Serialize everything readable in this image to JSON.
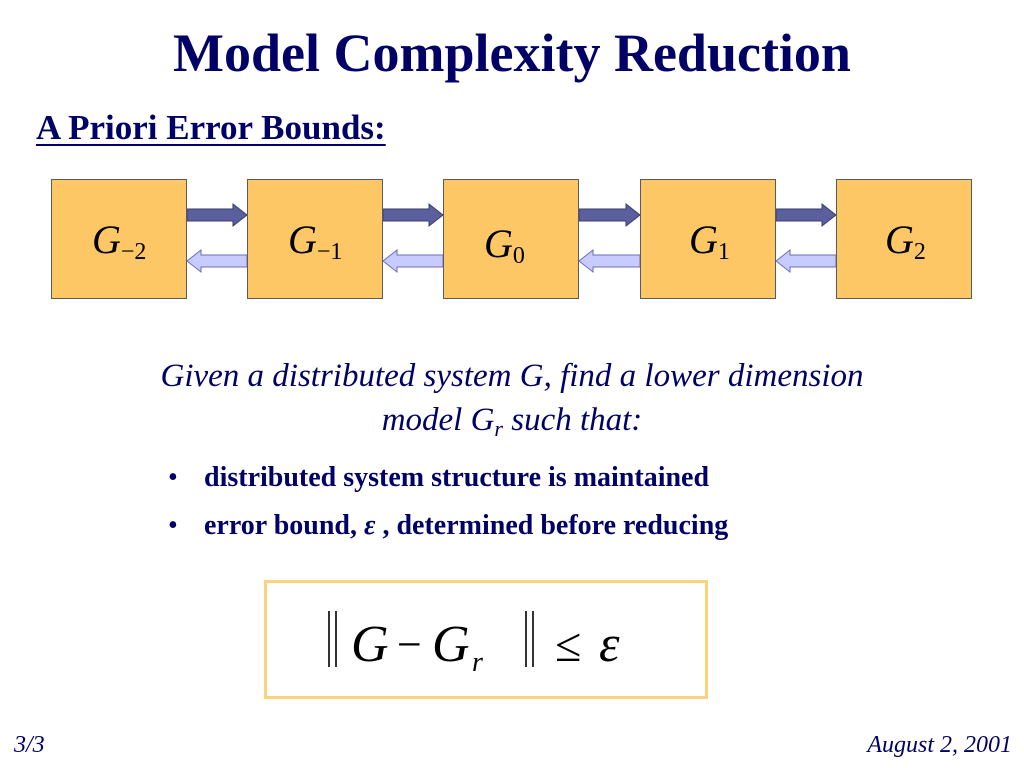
{
  "title": "Model Complexity Reduction",
  "subtitle": "A Priori Error Bounds:",
  "chain": {
    "box_color": "#fdc765",
    "forward_arrow_color": "#5b5f9e",
    "backward_arrow_color": "#c7cbff",
    "nodes": [
      {
        "base": "G",
        "sub": "−2"
      },
      {
        "base": "G",
        "sub": "−1"
      },
      {
        "base": "G",
        "sub": "0"
      },
      {
        "base": "G",
        "sub": "1"
      },
      {
        "base": "G",
        "sub": "2"
      }
    ]
  },
  "description": {
    "line1": "Given a distributed system G, find a lower dimension",
    "line2_pre": "model G",
    "line2_sub": "r",
    "line2_post": " such that:"
  },
  "bullets": {
    "marker": "•",
    "item1": "distributed system structure is maintained",
    "item2_pre": "error bound, ",
    "item2_symbol": "ε",
    "item2_post": " , determined before reducing"
  },
  "equation": {
    "norm_bar": "‖",
    "G": "G",
    "minus": "−",
    "Gr_base": "G",
    "Gr_sub": "r",
    "leq": "≤",
    "epsilon": "ε"
  },
  "footer": {
    "slide_number": "3/3",
    "date": "August 2, 2001"
  },
  "colors": {
    "text_dark_blue": "#000066",
    "equation_border": "#fdd27a"
  }
}
